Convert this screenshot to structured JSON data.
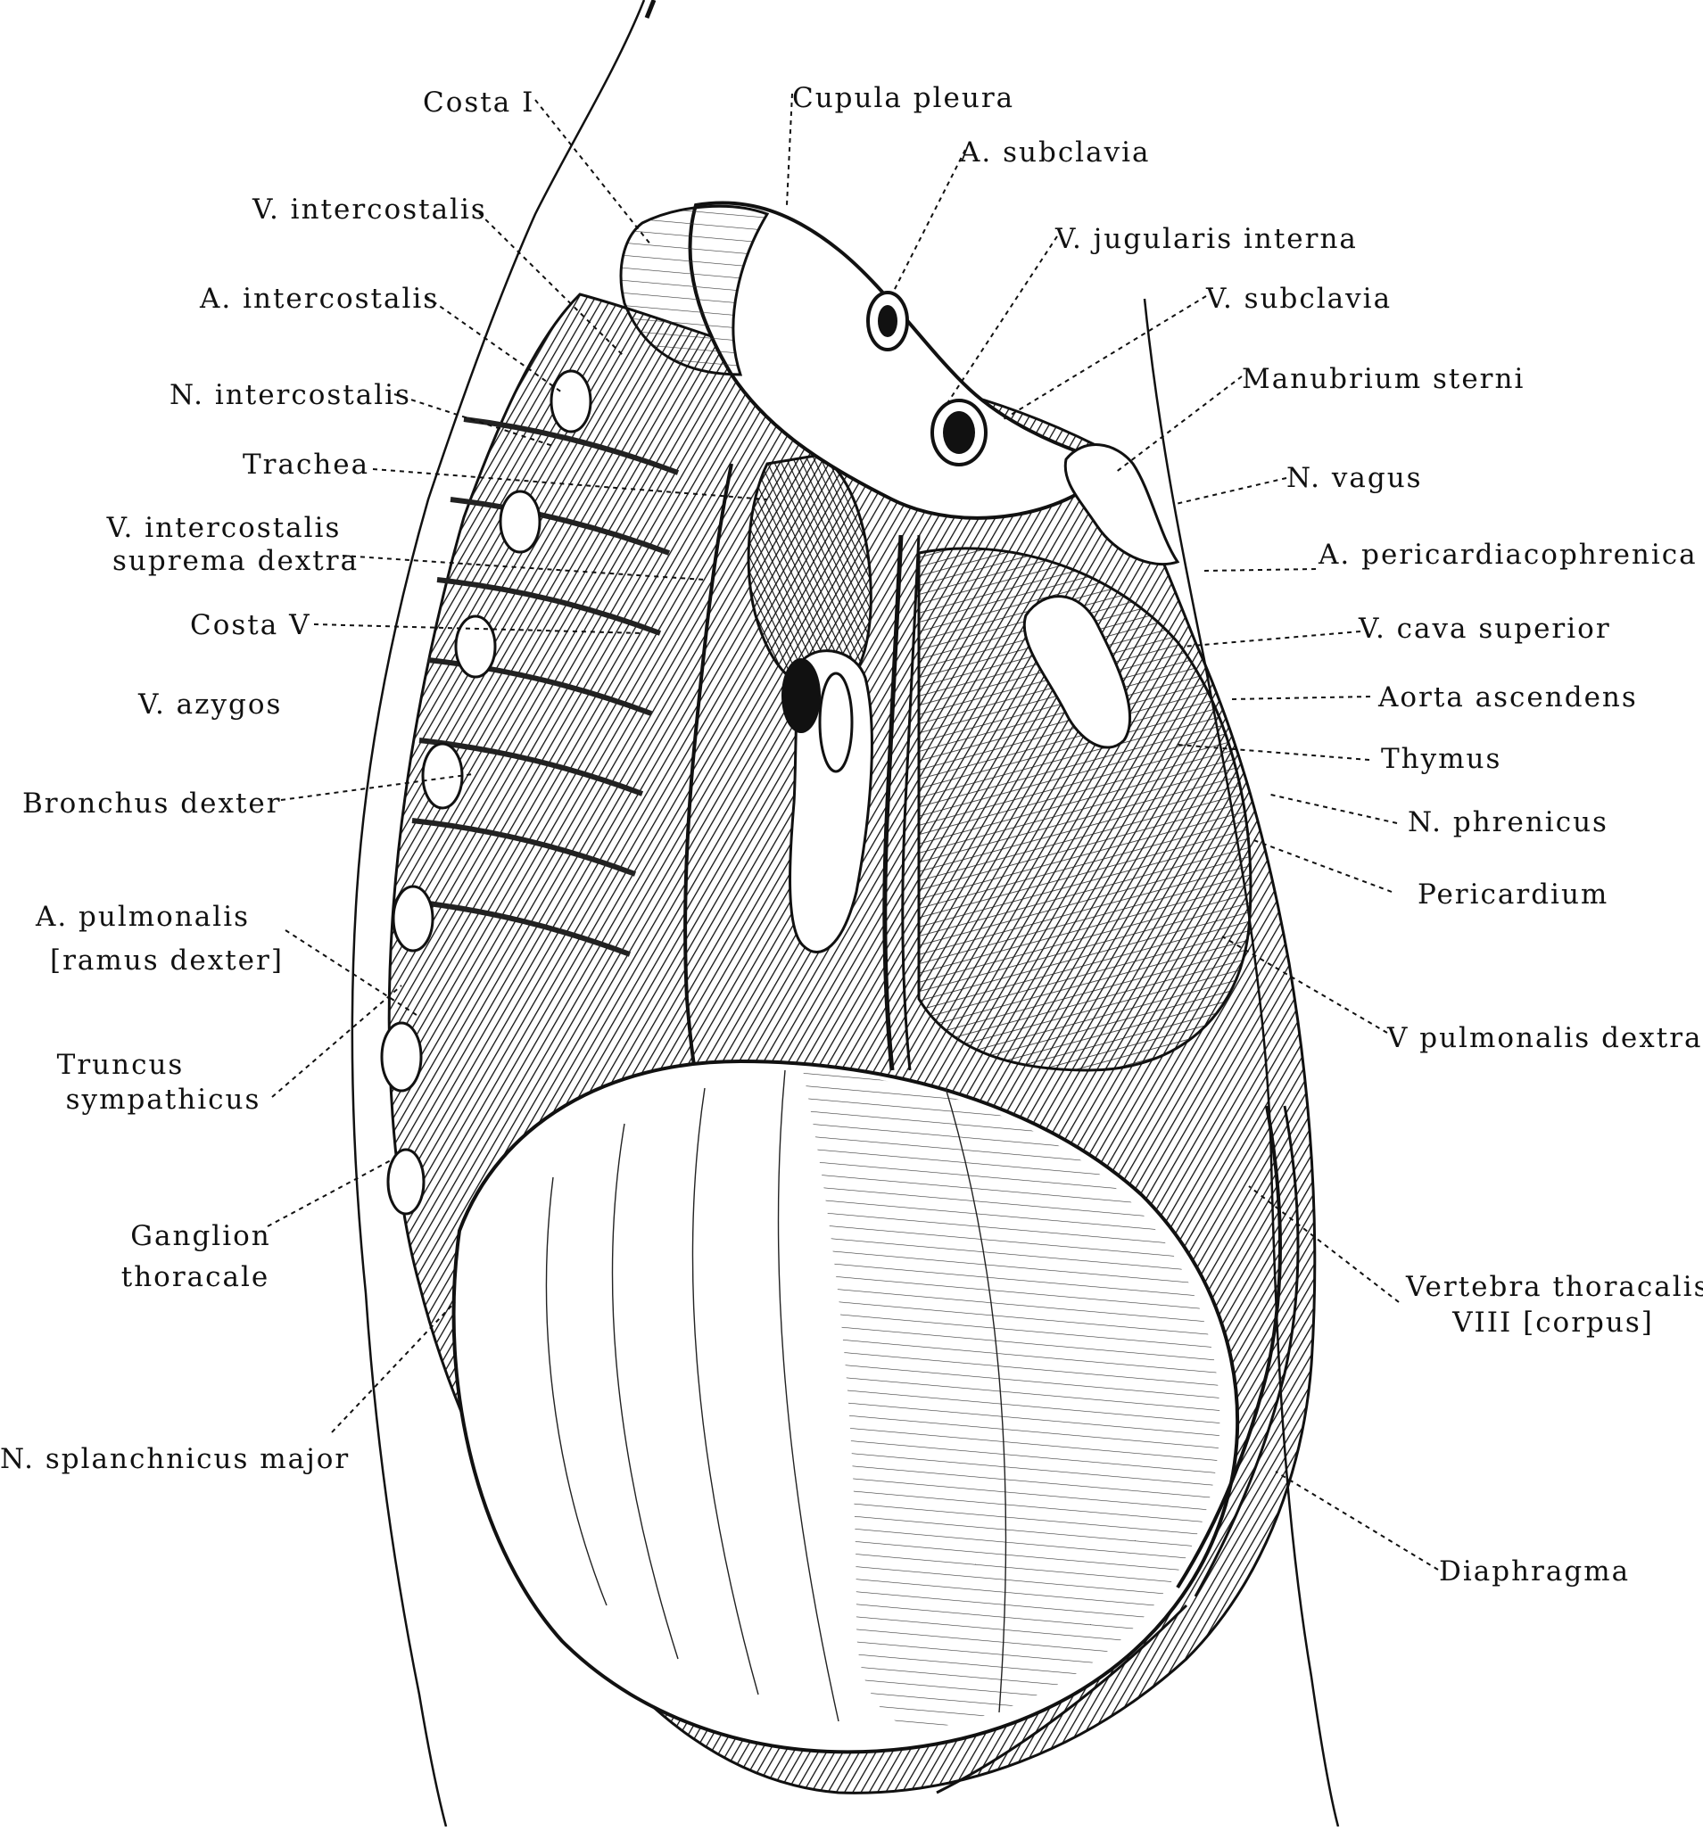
{
  "labels": {
    "costa_i": "Costa I",
    "cupula_pleura": "Cupula pleura",
    "a_subclavia": "A. subclavia",
    "v_intercostalis": "V. intercostalis",
    "v_jugularis_interna": "V. jugularis interna",
    "a_intercostalis": "A. intercostalis",
    "v_subclavia": "V. subclavia",
    "n_intercostalis": "N. intercostalis",
    "manubrium_sterni": "Manubrium sterni",
    "trachea": "Trachea",
    "n_vagus": "N. vagus",
    "v_intercostalis_suprema_dextra_1": "V. intercostalis",
    "v_intercostalis_suprema_dextra_2": "suprema dextra",
    "a_pericardiacophrenica": "A. pericardiacophrenica",
    "costa_v": "Costa V",
    "v_cava_superior": "V. cava superior",
    "v_azygos": "V. azygos",
    "aorta_ascendens": "Aorta ascendens",
    "thymus": "Thymus",
    "bronchus_dexter": "Bronchus dexter",
    "n_phrenicus": "N. phrenicus",
    "a_pulmonalis_1": "A. pulmonalis",
    "a_pulmonalis_2": "[ramus dexter]",
    "pericardium": "Pericardium",
    "v_pulmonalis_dextra": "V  pulmonalis dextra",
    "truncus_sympathicus_1": "Truncus",
    "truncus_sympathicus_2": "sympathicus",
    "ganglion_thoracale_1": "Ganglion",
    "ganglion_thoracale_2": "thoracale",
    "vertebra_thoracalis_1": "Vertebra thoracalis",
    "vertebra_thoracalis_2": "VIII  [corpus]",
    "n_splanchnicus_major": "N. splanchnicus major",
    "diaphragma": "Diaphragma"
  },
  "colors": {
    "ink": "#111111",
    "background": "#ffffff"
  }
}
